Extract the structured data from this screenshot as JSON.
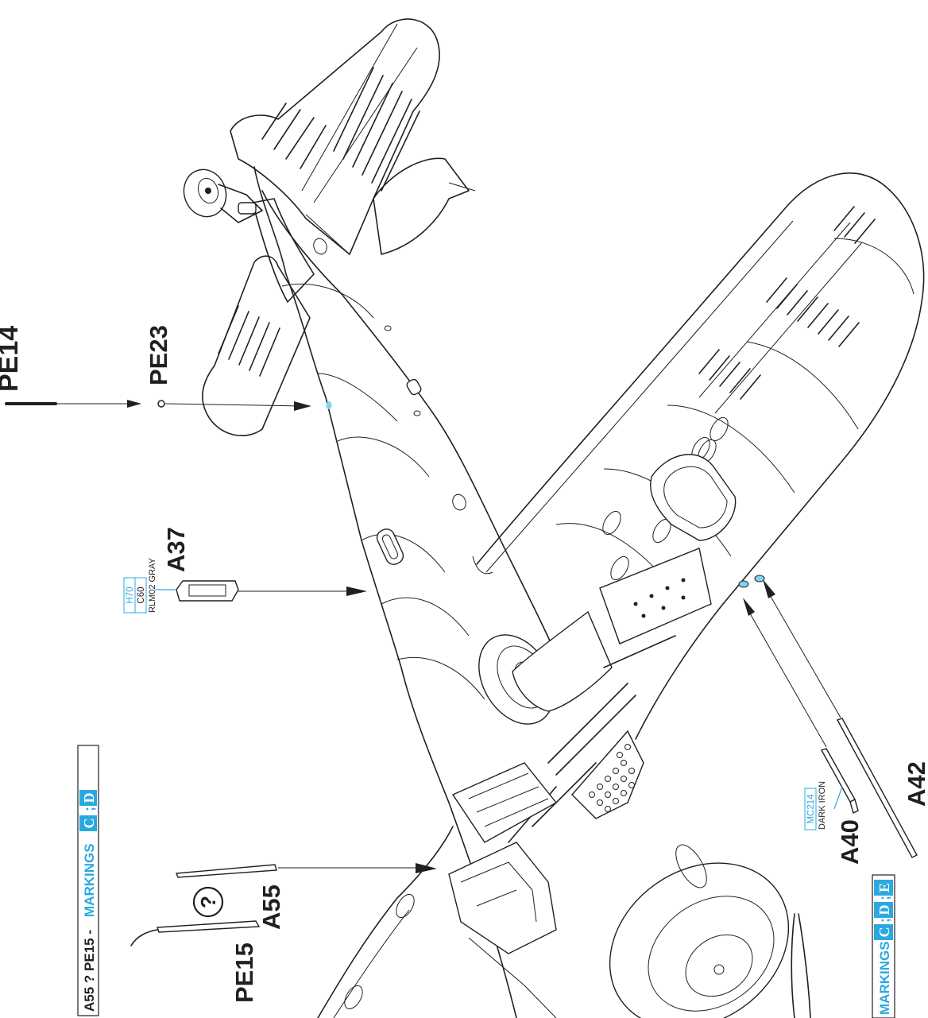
{
  "labels": {
    "pe14": "PE14",
    "pe23": "PE23",
    "a37": "A37",
    "a55": "A55",
    "pe15": "PE15",
    "a40": "A40",
    "a42": "A42",
    "question_mark": "?"
  },
  "paint_a37": {
    "code_a": "H70",
    "code_b": "C60",
    "name": "RLM02 GRAY"
  },
  "paint_a40": {
    "code": "MC214",
    "name": "DARK IRON"
  },
  "markings_cd": {
    "text": "A55 ? PE15 - ",
    "word": "MARKINGS",
    "box1": "C",
    "sep": ";",
    "box2": "D"
  },
  "markings_cde": {
    "word": "MARKINGS",
    "box1": "C",
    "sep1": ";",
    "box2": "D",
    "sep2": ";",
    "box3": "E"
  },
  "colors": {
    "line": "#231f20",
    "cyan": "#2aa9e0",
    "highlight": "#7fd3f3"
  }
}
